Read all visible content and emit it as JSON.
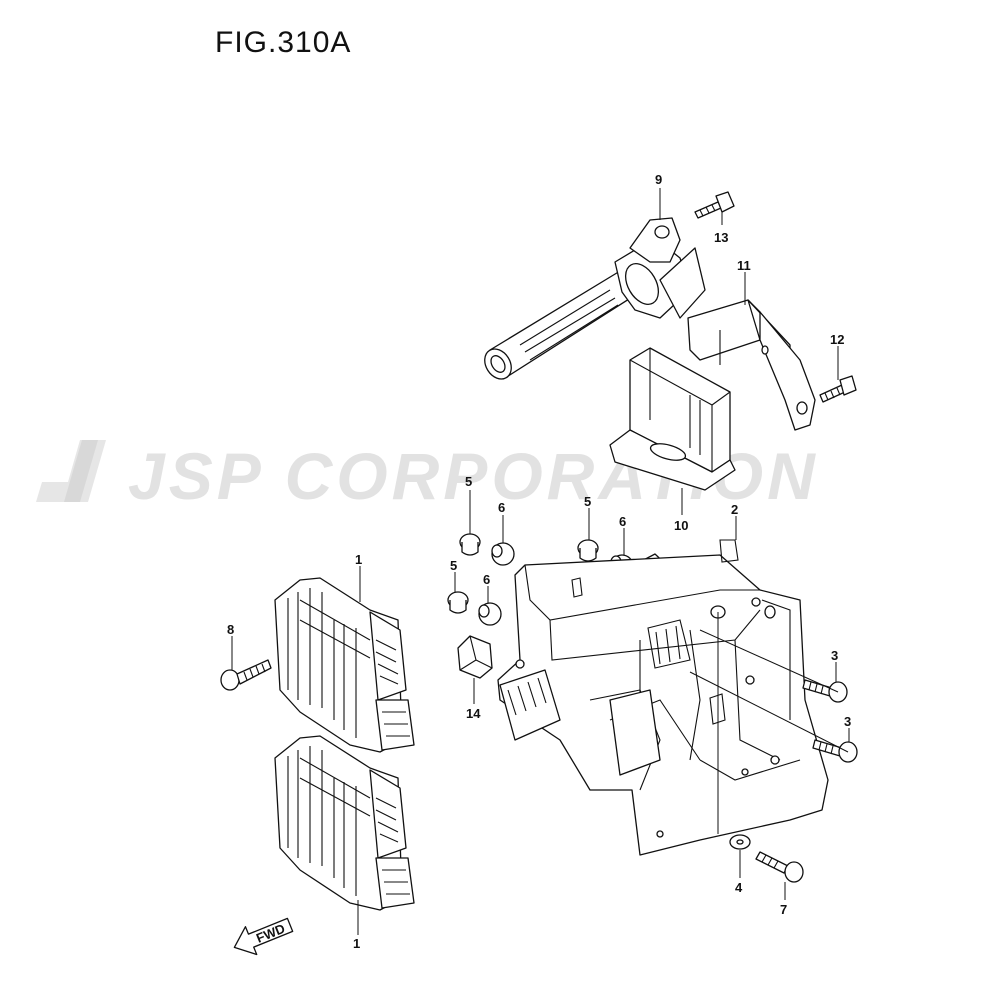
{
  "figure": {
    "title": "FIG.310A"
  },
  "watermark": {
    "text": "JSP CORPORATION"
  },
  "callouts": [
    {
      "id": "c9",
      "label": "9"
    },
    {
      "id": "c13",
      "label": "13"
    },
    {
      "id": "c11",
      "label": "11"
    },
    {
      "id": "c12",
      "label": "12"
    },
    {
      "id": "c10",
      "label": "10"
    },
    {
      "id": "c5a",
      "label": "5"
    },
    {
      "id": "c6a",
      "label": "6"
    },
    {
      "id": "c5b",
      "label": "5"
    },
    {
      "id": "c6b",
      "label": "6"
    },
    {
      "id": "c2",
      "label": "2"
    },
    {
      "id": "c5c",
      "label": "5"
    },
    {
      "id": "c6c",
      "label": "6"
    },
    {
      "id": "c1a",
      "label": "1"
    },
    {
      "id": "c8",
      "label": "8"
    },
    {
      "id": "c14",
      "label": "14"
    },
    {
      "id": "c3a",
      "label": "3"
    },
    {
      "id": "c3b",
      "label": "3"
    },
    {
      "id": "c4",
      "label": "4"
    },
    {
      "id": "c7",
      "label": "7"
    },
    {
      "id": "c1b",
      "label": "1"
    }
  ],
  "fwd_arrow": {
    "label": "FWD"
  }
}
